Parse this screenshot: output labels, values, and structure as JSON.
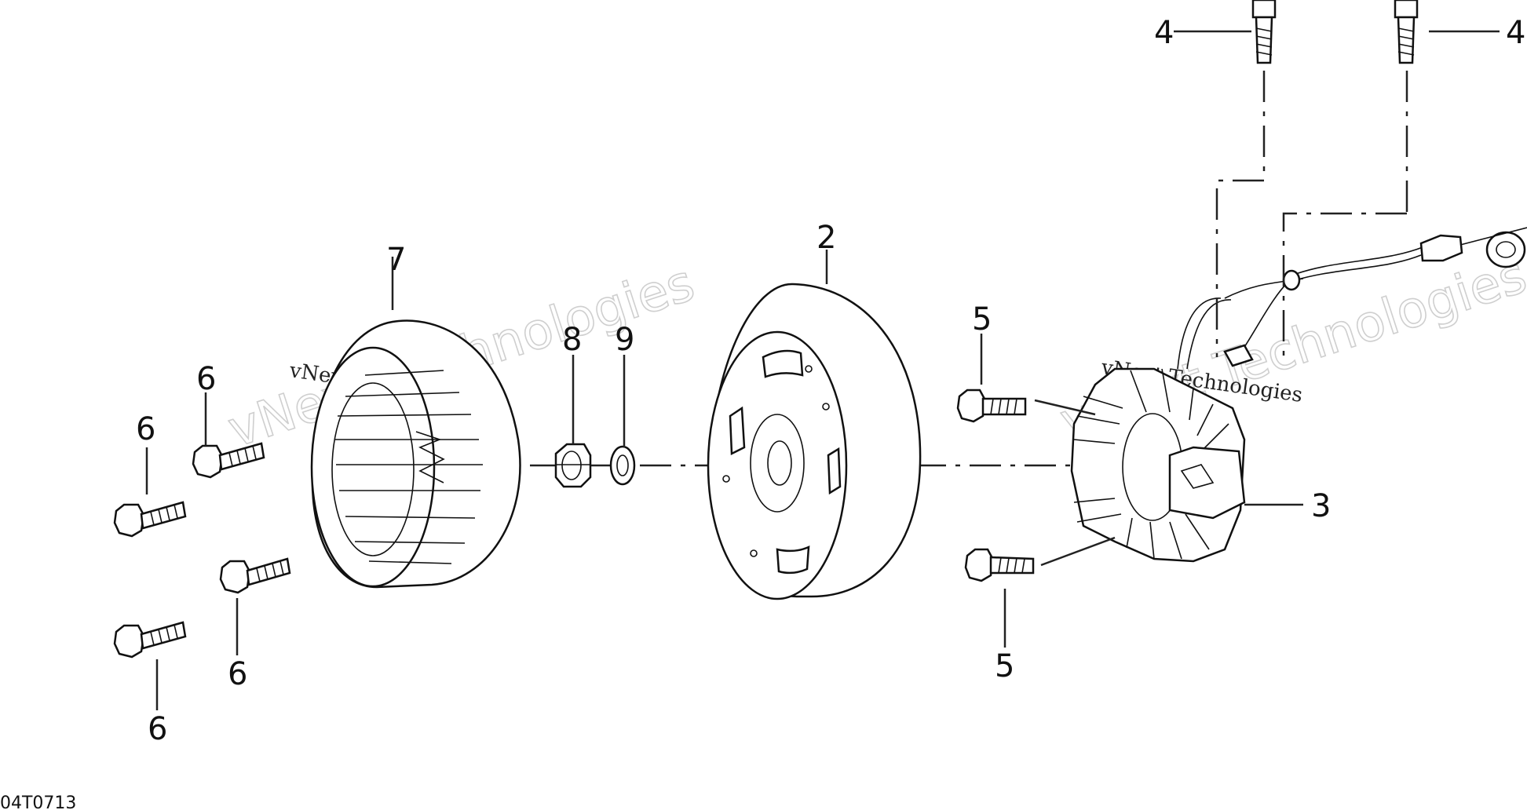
{
  "diagram": {
    "drawing_code": "04T0713",
    "watermark_outline": "vNext Technologies",
    "watermark_solid": "vNext Technologies",
    "callouts": {
      "c2": "2",
      "c3": "3",
      "c4a": "4",
      "c4b": "4",
      "c5a": "5",
      "c5b": "5",
      "c6a": "6",
      "c6b": "6",
      "c6c": "6",
      "c6d": "6",
      "c7": "7",
      "c8": "8",
      "c9": "9"
    }
  }
}
